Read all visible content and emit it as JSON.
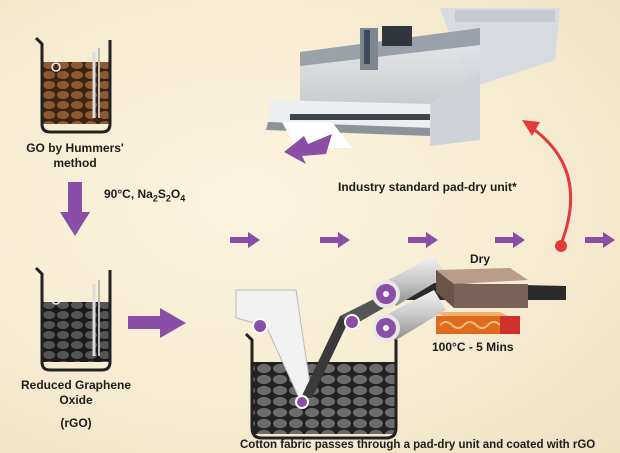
{
  "labels": {
    "go_line1": "GO by Hummers'",
    "go_line2": "method",
    "condition_temp": "90°C, Na",
    "condition_sub1": "2",
    "condition_s": "S",
    "condition_sub2": "2",
    "condition_o": "O",
    "condition_sub3": "4",
    "rgo_line1": "Reduced Graphene Oxide",
    "rgo_line2": "(rGO)",
    "machine": "Industry standard pad-dry unit*",
    "dry": "Dry",
    "dry_condition": "100°C - 5 Mins",
    "caption": "Cotton fabric passes through a pad-dry unit and coated with rGO"
  },
  "colors": {
    "arrow_purple": "#8a4ea6",
    "red_arrow": "#e23b3b",
    "go_fill": "#6b3d1f",
    "rgo_fill": "#333333",
    "dryer_top": "#7a6356",
    "heater": "#e06a1d",
    "heater_base": "#d0312d"
  }
}
